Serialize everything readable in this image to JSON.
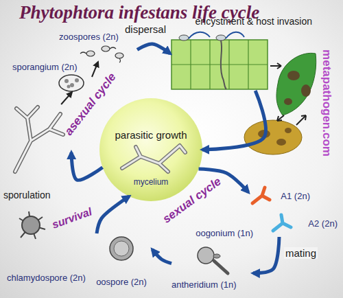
{
  "diagram": {
    "title": "Phytophtora infestans life cycle",
    "nodes": [
      {
        "text": [
          "sporangium (2n)"
        ]
      },
      {
        "text": [
          "zoospores (2n)"
        ]
      },
      {
        "text": [
          "encystment & host invasion"
        ]
      },
      {
        "text": [
          "parasitic growth",
          "mycelium"
        ]
      },
      {
        "text": [
          "sporulation"
        ]
      },
      {
        "text": [
          "A1 (2n)"
        ]
      },
      {
        "text": [
          "A2 (2n)"
        ]
      },
      {
        "text": [
          "oogonium (1n)",
          "antheridium (1n)"
        ]
      },
      {
        "text": [
          "oospore (2n)"
        ]
      },
      {
        "text": [
          "chlamydospore (2n)"
        ]
      }
    ],
    "edges": [
      {
        "from": 0,
        "to": 1,
        "arrow": "to"
      },
      {
        "from": 1,
        "to": 2,
        "label": "dispersal",
        "arrow": "to"
      },
      {
        "from": 2,
        "to": 3,
        "arrow": "to"
      },
      {
        "from": 3,
        "to": 5,
        "arrow": "to"
      },
      {
        "from": 6,
        "to": 7,
        "label": "mating",
        "arrow": "to"
      },
      {
        "from": 7,
        "to": 8,
        "arrow": "to"
      },
      {
        "from": 8,
        "to": 3,
        "arrow": "to"
      },
      {
        "from": 3,
        "to": 4,
        "arrow": "to"
      },
      {
        "from": 4,
        "to": 0,
        "arrow": "to"
      }
    ],
    "labels": [
      "asexual cycle",
      "sexual cycle",
      "survival",
      "metapathogen.com"
    ]
  }
}
